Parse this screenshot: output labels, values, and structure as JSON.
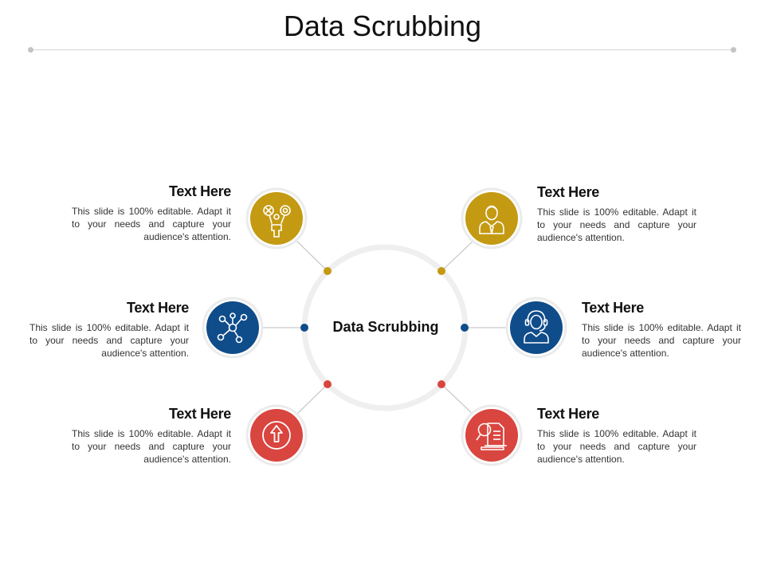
{
  "slide": {
    "title": "Data Scrubbing",
    "center_label": "Data Scrubbing"
  },
  "colors": {
    "gold": "#C49A12",
    "blue": "#0F4C8A",
    "red": "#D9453F",
    "ring": "#EFEFEF",
    "connector": "#BDBDBD"
  },
  "nodes": [
    {
      "id": "top-left",
      "heading": "Text Here",
      "body": "This slide is 100% editable. Adapt it to your needs and capture your audience's attention.",
      "color": "gold",
      "icon": "target-person-icon"
    },
    {
      "id": "middle-left",
      "heading": "Text Here",
      "body": "This slide is 100% editable. Adapt it to your needs and capture your audience's attention.",
      "color": "blue",
      "icon": "network-icon"
    },
    {
      "id": "bottom-left",
      "heading": "Text Here",
      "body": "This slide is 100% editable. Adapt it to your needs and capture your audience's attention.",
      "color": "red",
      "icon": "upload-arrow-icon"
    },
    {
      "id": "top-right",
      "heading": "Text Here",
      "body": "This slide is 100% editable. Adapt it to your needs and capture your audience's attention.",
      "color": "gold",
      "icon": "businessman-icon"
    },
    {
      "id": "middle-right",
      "heading": "Text Here",
      "body": "This slide is 100% editable. Adapt it to your needs and capture your audience's attention.",
      "color": "blue",
      "icon": "headset-agent-icon"
    },
    {
      "id": "bottom-right",
      "heading": "Text Here",
      "body": "This slide is 100% editable. Adapt it to your needs and capture your audience's attention.",
      "color": "red",
      "icon": "magnifier-document-icon"
    }
  ]
}
